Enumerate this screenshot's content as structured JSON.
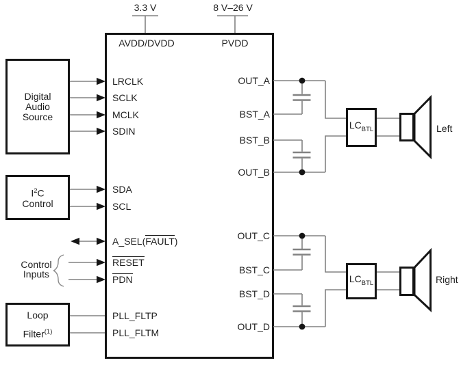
{
  "power_rails": {
    "avdd_supply": "3.3 V",
    "pvdd_supply": "8 V–26 V"
  },
  "chip": {
    "top_pins": {
      "avdd": "AVDD/DVDD",
      "pvdd": "PVDD"
    },
    "left_pins": [
      "LRCLK",
      "SCLK",
      "MCLK",
      "SDIN",
      "SDA",
      "SCL"
    ],
    "a_sel_pin": {
      "prefix": "A_SEL(",
      "overlined": "FAULT",
      "suffix": ")"
    },
    "reset_pin": "RESET",
    "pdn_pin": "PDN",
    "pll_pins": [
      "PLL_FLTP",
      "PLL_FLTM"
    ],
    "right_pins": [
      "OUT_A",
      "BST_A",
      "BST_B",
      "OUT_B",
      "OUT_C",
      "BST_C",
      "BST_D",
      "OUT_D"
    ]
  },
  "blocks": {
    "digital_audio_source": [
      "Digital",
      "Audio",
      "Source"
    ],
    "i2c_control": {
      "base": "I",
      "sup": "2",
      "rest": "C",
      "line2": "Control"
    },
    "control_inputs": [
      "Control",
      "Inputs"
    ],
    "loop_filter": {
      "line1": "Loop",
      "line2": "Filter",
      "sup": "(1)"
    },
    "lc_filter": {
      "base": "LC",
      "sub": "BTL"
    }
  },
  "speakers": {
    "left": "Left",
    "right": "Right"
  },
  "colors": {
    "wire": "#828282",
    "ink": "#151515"
  }
}
